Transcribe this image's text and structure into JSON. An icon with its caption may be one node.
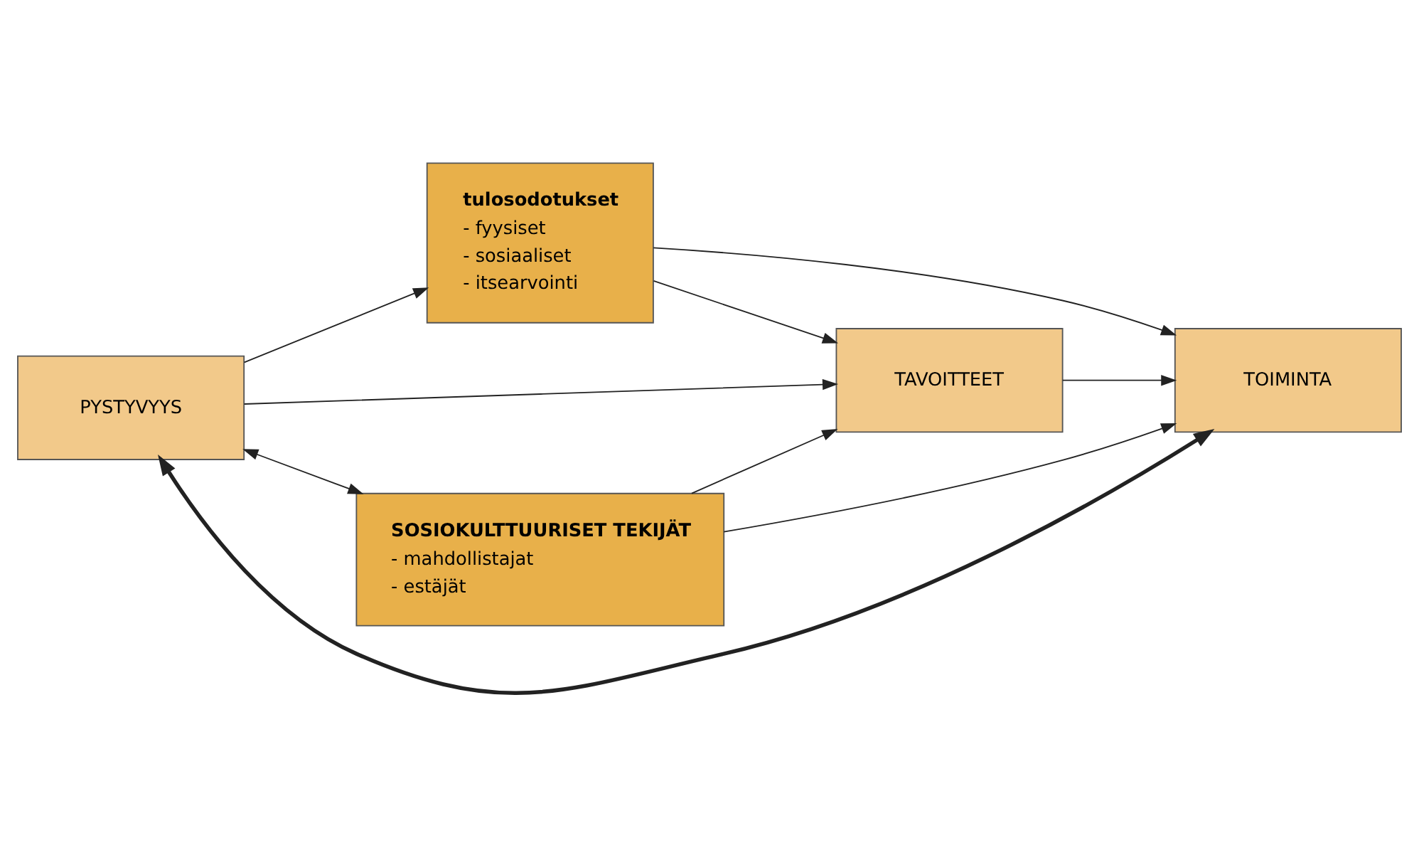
{
  "diagram": {
    "nodes": [
      {
        "text": [
          "PYSTYVYYS"
        ]
      },
      {
        "text": [
          "tulosodotukset",
          "- fyysiset",
          "- sosiaaliset",
          "- itsearvointi"
        ]
      },
      {
        "text": [
          "TAVOITTEET"
        ]
      },
      {
        "text": [
          "TOIMINTA"
        ]
      },
      {
        "text": [
          "SOSIOKULTTUURISET TEKIJÄT",
          "- mahdollistajat",
          "- estäjät"
        ]
      }
    ],
    "edges": [
      {
        "from": 0,
        "to": 3,
        "arrow": "both",
        "style": "thick"
      },
      {
        "from": 0,
        "to": 1,
        "arrow": "to"
      },
      {
        "from": 0,
        "to": 2,
        "arrow": "to"
      },
      {
        "from": 0,
        "to": 4,
        "arrow": "both"
      },
      {
        "from": 1,
        "to": 2,
        "arrow": "to"
      },
      {
        "from": 1,
        "to": 3,
        "arrow": "to"
      },
      {
        "from": 2,
        "to": 3,
        "arrow": "to"
      },
      {
        "from": 4,
        "to": 2,
        "arrow": "to"
      },
      {
        "from": 4,
        "to": 3,
        "arrow": "to"
      }
    ]
  }
}
